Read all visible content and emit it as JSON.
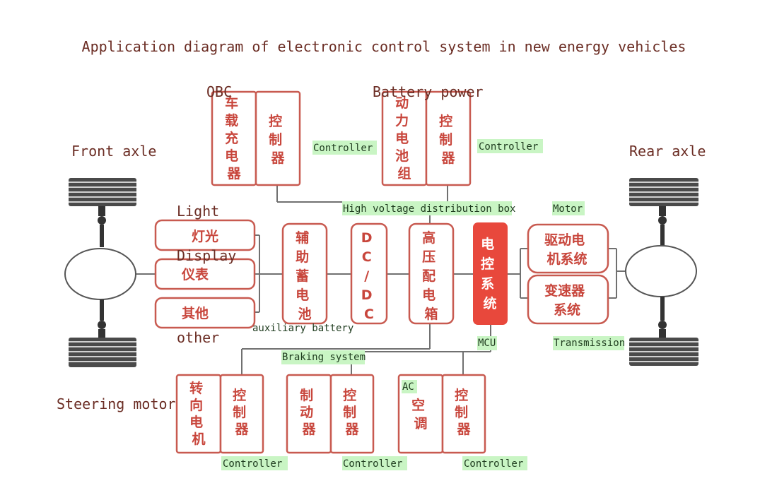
{
  "title": "Application diagram of electronic control system in new energy vehicles",
  "labels": {
    "obc": "OBC",
    "battery_power": "Battery power",
    "front_axle": "Front axle",
    "rear_axle": "Rear axle",
    "light": "Light",
    "display": "Display",
    "other": "other",
    "steering_motor": "Steering motor",
    "auxiliary_battery": "auxiliary battery",
    "hv_box": "High voltage distribution box",
    "motor": "Motor",
    "mcu": "MCU",
    "transmission": "Transmission",
    "braking_system": "Braking system",
    "ac": "AC",
    "controller": "Controller"
  },
  "boxes": {
    "obc_charger": [
      "车",
      "载",
      "充",
      "电",
      "器"
    ],
    "controller_cn": [
      "控",
      "制",
      "器"
    ],
    "battery_pack": [
      "动",
      "力",
      "电",
      "池",
      "组"
    ],
    "light_cn": "灯光",
    "display_cn": "仪表",
    "other_cn": "其他",
    "aux_battery_cn": [
      "辅",
      "助",
      "蓄",
      "电",
      "池"
    ],
    "dcdc": [
      "D",
      "C",
      "/",
      "D",
      "C"
    ],
    "hv_box_cn": [
      "高",
      "压",
      "配",
      "电",
      "箱"
    ],
    "mcu_cn": [
      "电",
      "控",
      "系",
      "统"
    ],
    "motor_cn": [
      "驱动电",
      "机系统"
    ],
    "transmission_cn": [
      "变速器",
      "系统"
    ],
    "steering_cn": [
      "转",
      "向",
      "电",
      "机"
    ],
    "brake_cn": [
      "制",
      "动",
      "器"
    ],
    "ac_cn": [
      "空",
      "调"
    ]
  },
  "colors": {
    "box_border": "#c85a50",
    "chinese_text": "#c8463c",
    "mcu_fill": "#e8483c",
    "highlight": "#c9f5c4",
    "connector": "#707070",
    "title_text": "#6b2d24"
  }
}
